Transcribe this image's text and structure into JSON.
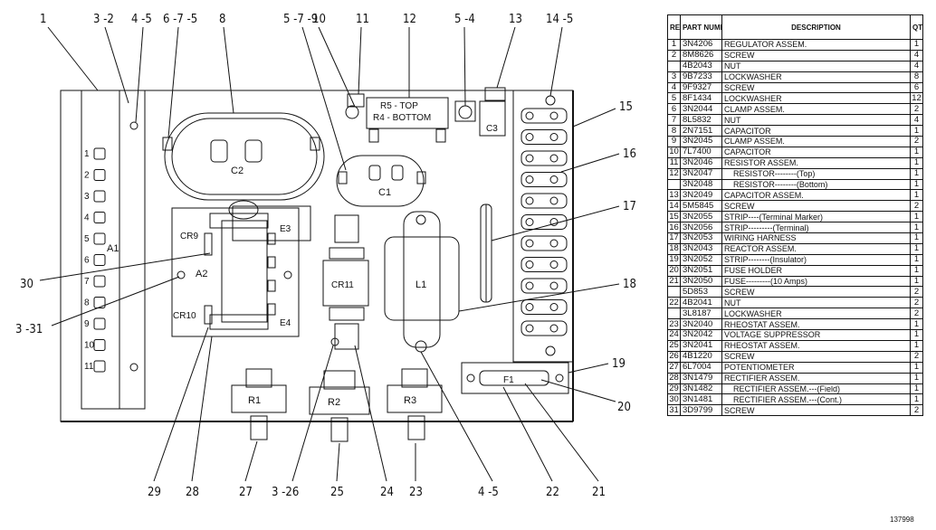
{
  "callouts": {
    "c1": "1",
    "c3_2": "3 -2",
    "c4_5a": "4 -5",
    "c6_7_5": "6 -7 -5",
    "c8": "8",
    "c5_7_9": "5 -7 -9",
    "c10": "10",
    "c11": "11",
    "c12": "12",
    "c5_4": "5 -4",
    "c13": "13",
    "c14_5": "14 -5",
    "c15": "15",
    "c16": "16",
    "c17": "17",
    "c18": "18",
    "c19": "19",
    "c20": "20",
    "c21": "21",
    "c22": "22",
    "c4_5b": "4 -5",
    "c23": "23",
    "c24": "24",
    "c25": "25",
    "c3_26": "3 -26",
    "c27": "27",
    "c28": "28",
    "c29": "29",
    "c30": "30",
    "c3_31": "3 -31"
  },
  "component_labels": {
    "c2": "C2",
    "c1": "C1",
    "c3": "C3",
    "r5_r4_line1": "R5 - TOP",
    "r5_r4_line2": "R4 - BOTTOM",
    "a1": "A1",
    "a2": "A2",
    "cr9": "CR9",
    "cr10": "CR10",
    "e3": "E3",
    "e4": "E4",
    "cr11": "CR11",
    "l1": "L1",
    "r1": "R1",
    "r2": "R2",
    "r3": "R3",
    "f1": "F1"
  },
  "a1_terminals": [
    "1",
    "2",
    "3",
    "4",
    "5",
    "6",
    "7",
    "8",
    "9",
    "10",
    "11"
  ],
  "table": {
    "headers": {
      "ref": "REF. NO.",
      "part": "PART NUMBER",
      "desc": "DESCRIPTION",
      "qty": "QTY"
    },
    "rows": [
      {
        "ref": "1",
        "pn": "3N4206",
        "desc": "REGULATOR ASSEM.",
        "qty": "1"
      },
      {
        "ref": "2",
        "pn": "8M8626",
        "desc": "SCREW",
        "qty": "4"
      },
      {
        "ref": "",
        "pn": "4B2043",
        "desc": "NUT",
        "qty": "4"
      },
      {
        "ref": "3",
        "pn": "9B7233",
        "desc": "LOCKWASHER",
        "qty": "8"
      },
      {
        "ref": "4",
        "pn": "9F9327",
        "desc": "SCREW",
        "qty": "6"
      },
      {
        "ref": "5",
        "pn": "8F1434",
        "desc": "LOCKWASHER",
        "qty": "12"
      },
      {
        "ref": "6",
        "pn": "3N2044",
        "desc": "CLAMP ASSEM.",
        "qty": "2"
      },
      {
        "ref": "7",
        "pn": "8L5832",
        "desc": "NUT",
        "qty": "4"
      },
      {
        "ref": "8",
        "pn": "2N7151",
        "desc": "CAPACITOR",
        "qty": "1"
      },
      {
        "ref": "9",
        "pn": "3N2045",
        "desc": "CLAMP ASSEM.",
        "qty": "2"
      },
      {
        "ref": "10",
        "pn": "7L7400",
        "desc": "CAPACITOR",
        "qty": "1"
      },
      {
        "ref": "11",
        "pn": "3N2046",
        "desc": "RESISTOR ASSEM.",
        "qty": "1"
      },
      {
        "ref": "12",
        "pn": "3N2047",
        "desc": "RESISTOR--------(Top)",
        "qty": "1",
        "indent": true
      },
      {
        "ref": "",
        "pn": "3N2048",
        "desc": "RESISTOR--------(Bottom)",
        "qty": "1",
        "indent": true
      },
      {
        "ref": "13",
        "pn": "3N2049",
        "desc": "CAPACITOR ASSEM.",
        "qty": "1"
      },
      {
        "ref": "14",
        "pn": "5M5845",
        "desc": "SCREW",
        "qty": "2"
      },
      {
        "ref": "15",
        "pn": "3N2055",
        "desc": "STRIP----(Terminal Marker)",
        "qty": "1"
      },
      {
        "ref": "16",
        "pn": "3N2056",
        "desc": "STRIP---------(Terminal)",
        "qty": "1"
      },
      {
        "ref": "17",
        "pn": "3N2053",
        "desc": "WIRING HARNESS",
        "qty": "1"
      },
      {
        "ref": "18",
        "pn": "3N2043",
        "desc": "REACTOR ASSEM.",
        "qty": "1"
      },
      {
        "ref": "19",
        "pn": "3N2052",
        "desc": "STRIP--------(Insulator)",
        "qty": "1"
      },
      {
        "ref": "20",
        "pn": "3N2051",
        "desc": "FUSE HOLDER",
        "qty": "1"
      },
      {
        "ref": "21",
        "pn": "3N2050",
        "desc": "FUSE---------(10 Amps)",
        "qty": "1"
      },
      {
        "ref": "",
        "pn": "5D853",
        "desc": "SCREW",
        "qty": "2"
      },
      {
        "ref": "22",
        "pn": "4B2041",
        "desc": "NUT",
        "qty": "2"
      },
      {
        "ref": "",
        "pn": "3L8187",
        "desc": "LOCKWASHER",
        "qty": "2"
      },
      {
        "ref": "23",
        "pn": "3N2040",
        "desc": "RHEOSTAT ASSEM.",
        "qty": "1"
      },
      {
        "ref": "24",
        "pn": "3N2042",
        "desc": "VOLTAGE SUPPRESSOR",
        "qty": "1"
      },
      {
        "ref": "25",
        "pn": "3N2041",
        "desc": "RHEOSTAT ASSEM.",
        "qty": "1"
      },
      {
        "ref": "26",
        "pn": "4B1220",
        "desc": "SCREW",
        "qty": "2"
      },
      {
        "ref": "27",
        "pn": "6L7004",
        "desc": "POTENTIOMETER",
        "qty": "1"
      },
      {
        "ref": "28",
        "pn": "3N1479",
        "desc": "RECTIFIER ASSEM.",
        "qty": "1"
      },
      {
        "ref": "29",
        "pn": "3N1482",
        "desc": "RECTIFIER ASSEM.---(Field)",
        "qty": "1",
        "indent": true
      },
      {
        "ref": "30",
        "pn": "3N1481",
        "desc": "RECTIFIER ASSEM.---(Cont.)",
        "qty": "1",
        "indent": true
      },
      {
        "ref": "31",
        "pn": "3D9799",
        "desc": "SCREW",
        "qty": "2"
      }
    ]
  },
  "image_id": "137998"
}
